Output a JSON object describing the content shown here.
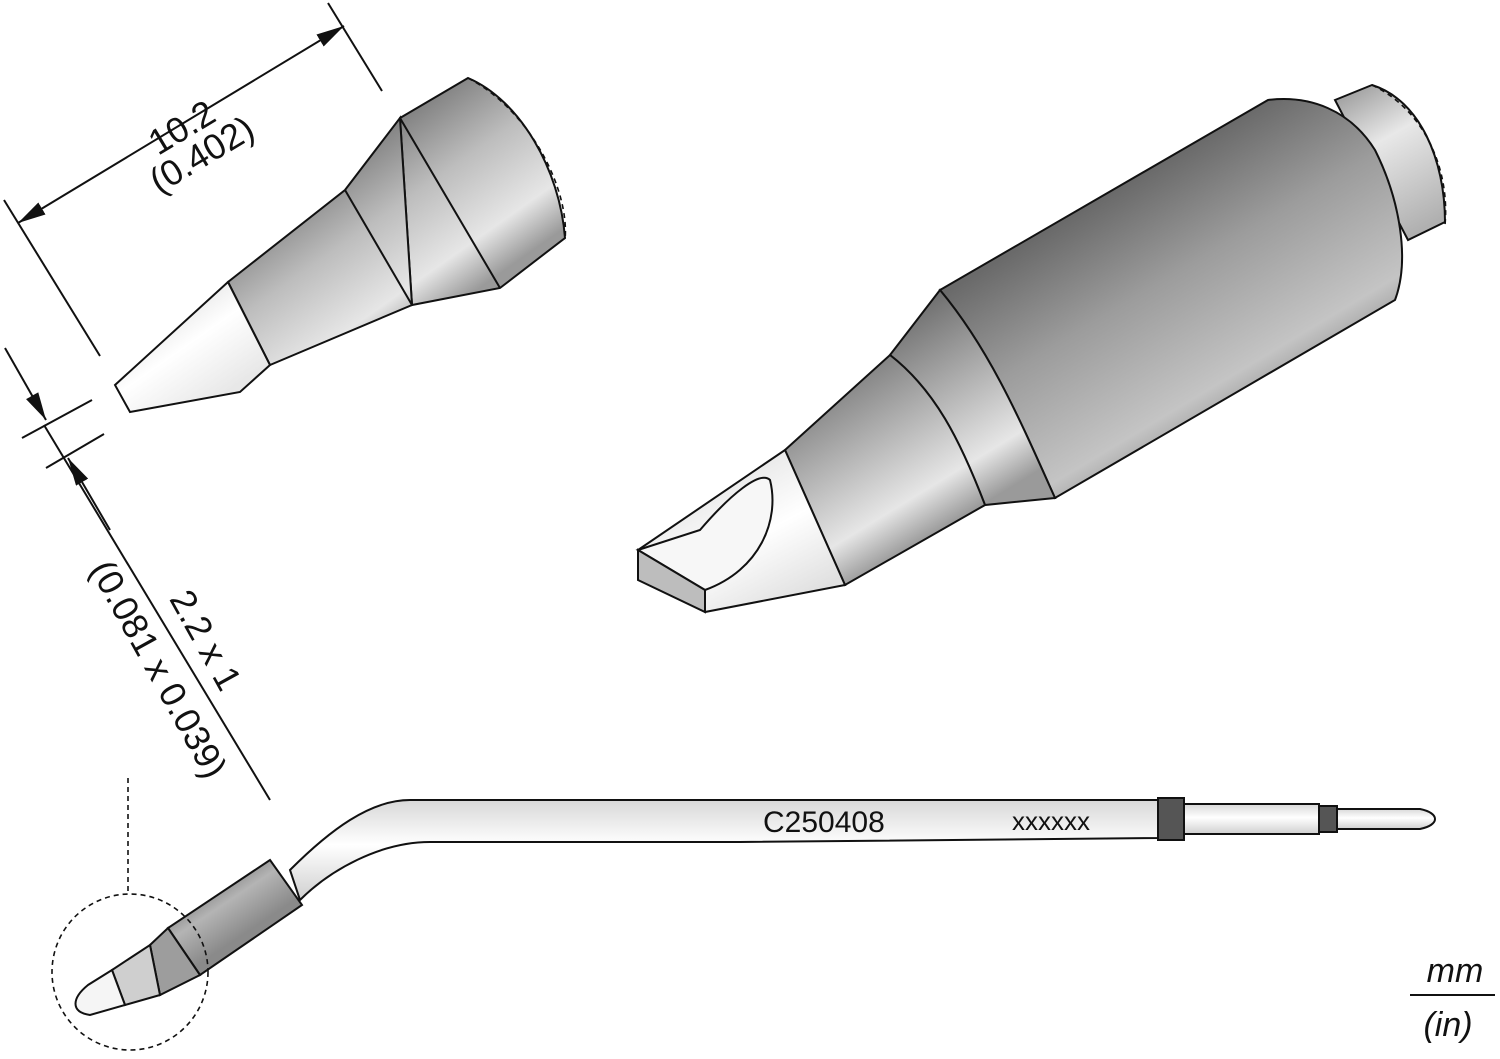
{
  "dimensions": {
    "length_mm": "10.2",
    "length_in": "(0.402)",
    "tip_mm": "2.2 x 1",
    "tip_in": "(0.081 x 0.039)"
  },
  "cartridge": {
    "model_code": "C250408",
    "serial_placeholder": "xxxxxx"
  },
  "units": {
    "primary": "mm",
    "secondary": "(in)"
  },
  "colors": {
    "body_gray": "#8f8f8f",
    "light_gray": "#d9d9d9",
    "tip_white": "#f4f4f4",
    "line": "#111111",
    "band_dark": "#555555"
  }
}
